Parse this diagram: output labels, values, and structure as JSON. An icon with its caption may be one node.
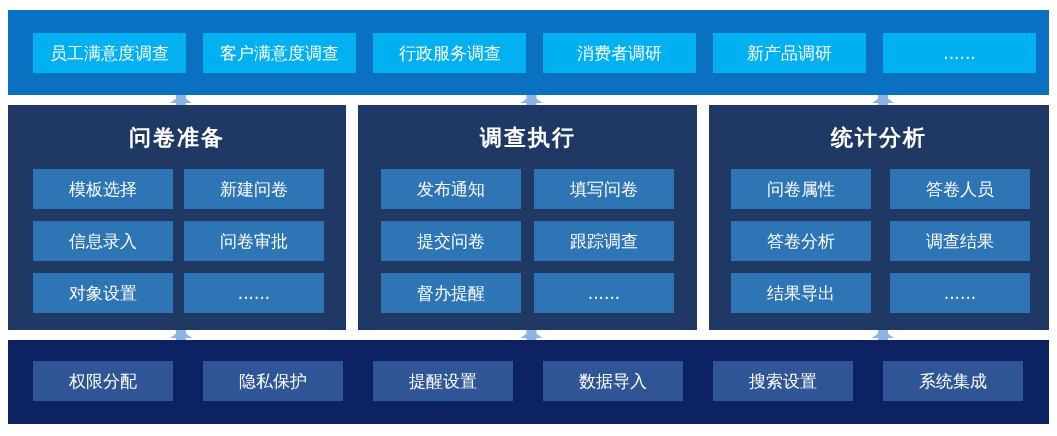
{
  "diagram": {
    "nodes": [
      {
        "text": [],
        "shape": "box"
      },
      {
        "text": [
          "员工满意度调查"
        ],
        "in": 0
      },
      {
        "text": [
          "客户满意度调查"
        ],
        "in": 0
      },
      {
        "text": [
          "行政服务调查"
        ],
        "in": 0
      },
      {
        "text": [
          "消费者调研"
        ],
        "in": 0
      },
      {
        "text": [
          "新产品调研"
        ],
        "in": 0
      },
      {
        "text": [
          "......"
        ],
        "in": 0
      },
      {
        "text": [
          "问卷准备"
        ]
      },
      {
        "text": [
          "模板选择"
        ],
        "in": 7
      },
      {
        "text": [
          "新建问卷"
        ],
        "in": 7
      },
      {
        "text": [
          "信息录入"
        ],
        "in": 7
      },
      {
        "text": [
          "问卷审批"
        ],
        "in": 7
      },
      {
        "text": [
          "对象设置"
        ],
        "in": 7
      },
      {
        "text": [
          "......"
        ],
        "in": 7
      },
      {
        "text": [
          "调查执行"
        ]
      },
      {
        "text": [
          "发布通知"
        ],
        "in": 14
      },
      {
        "text": [
          "填写问卷"
        ],
        "in": 14
      },
      {
        "text": [
          "提交问卷"
        ],
        "in": 14
      },
      {
        "text": [
          "跟踪调查"
        ],
        "in": 14
      },
      {
        "text": [
          "督办提醒"
        ],
        "in": 14
      },
      {
        "text": [
          "......"
        ],
        "in": 14
      },
      {
        "text": [
          "统计分析"
        ]
      },
      {
        "text": [
          "问卷属性"
        ],
        "in": 21
      },
      {
        "text": [
          "答卷人员"
        ],
        "in": 21
      },
      {
        "text": [
          "答卷分析"
        ],
        "in": 21
      },
      {
        "text": [
          "调查结果"
        ],
        "in": 21
      },
      {
        "text": [
          "结果导出"
        ],
        "in": 21
      },
      {
        "text": [
          "......"
        ],
        "in": 21
      },
      {
        "text": [],
        "shape": "box"
      },
      {
        "text": [
          "权限分配"
        ],
        "in": 28
      },
      {
        "text": [
          "隐私保护"
        ],
        "in": 28
      },
      {
        "text": [
          "提醒设置"
        ],
        "in": 28
      },
      {
        "text": [
          "数据导入"
        ],
        "in": 28
      },
      {
        "text": [
          "搜索设置"
        ],
        "in": 28
      },
      {
        "text": [
          "系统集成"
        ],
        "in": 28
      }
    ],
    "edges": [
      {
        "from": 7,
        "to": 0,
        "arrow": "to"
      },
      {
        "from": 14,
        "to": 0,
        "arrow": "to"
      },
      {
        "from": 21,
        "to": 0,
        "arrow": "to"
      },
      {
        "from": 28,
        "to": 7,
        "arrow": "to"
      },
      {
        "from": 28,
        "to": 14,
        "arrow": "to"
      },
      {
        "from": 28,
        "to": 21,
        "arrow": "to"
      }
    ]
  }
}
